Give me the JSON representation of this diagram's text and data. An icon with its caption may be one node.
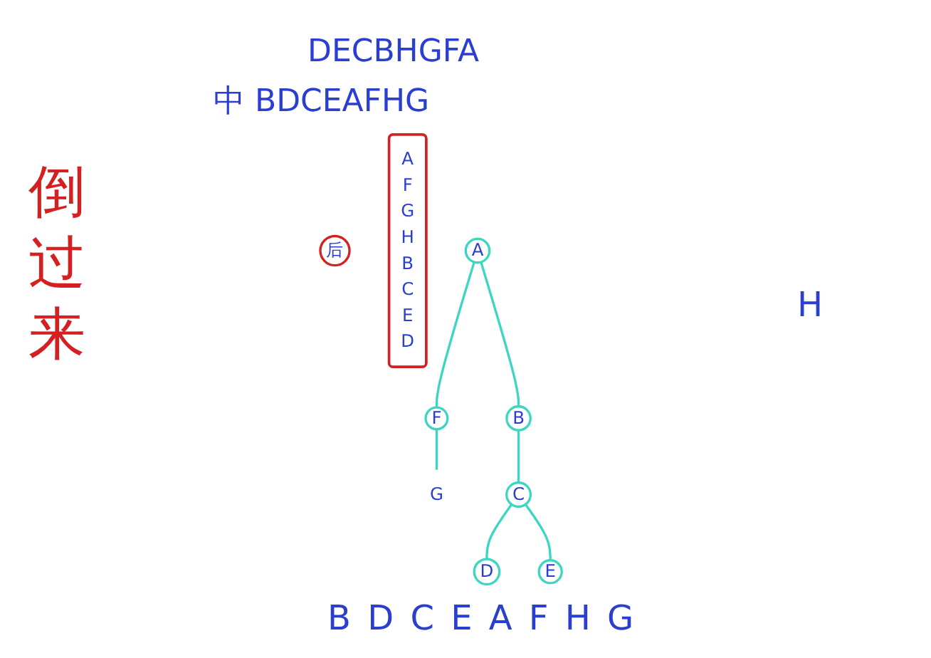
{
  "diagram": {
    "nodes": [
      {
        "text": [
          "后"
        ]
      },
      {
        "text": [
          "A",
          "F",
          "G",
          "H",
          "B",
          "C",
          "E",
          "D"
        ]
      },
      {
        "text": [
          "A"
        ]
      },
      {
        "text": [
          "F"
        ]
      },
      {
        "text": [
          "G"
        ]
      },
      {
        "text": [
          "B"
        ]
      },
      {
        "text": [
          "C"
        ]
      },
      {
        "text": [
          "D"
        ]
      },
      {
        "text": [
          "E"
        ]
      }
    ],
    "edges": [
      {
        "from": 2,
        "to": 5,
        "arrow": "none"
      },
      {
        "from": 2,
        "to": 3,
        "arrow": "none"
      },
      {
        "from": 3,
        "to": 4,
        "arrow": "none"
      },
      {
        "from": 5,
        "to": 6,
        "arrow": "none"
      },
      {
        "from": 6,
        "to": 7,
        "arrow": "none"
      },
      {
        "from": 6,
        "to": 8,
        "arrow": "none"
      }
    ],
    "labels": [
      "DECBHGFA",
      "中 BDCEAFHG",
      "倒过来",
      "H",
      "B D C E A F H G"
    ]
  }
}
